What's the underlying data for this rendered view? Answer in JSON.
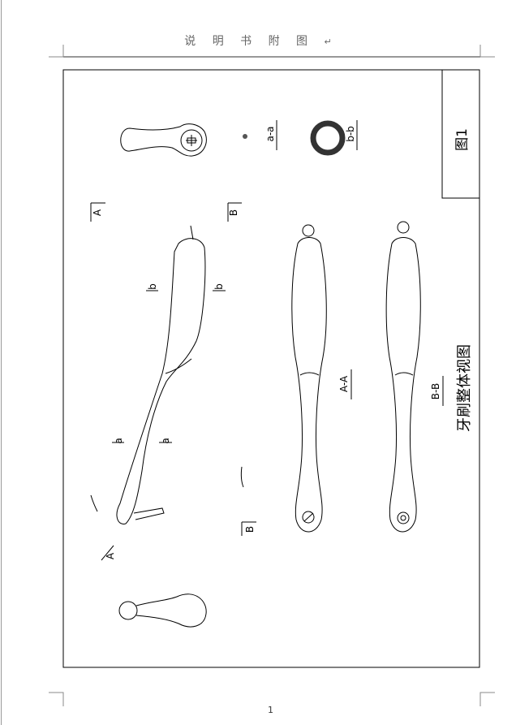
{
  "header": {
    "title": "说 明 书 附 图",
    "return_mark": "↵"
  },
  "figure": {
    "number_label": "图1",
    "caption": "牙刷整体视图",
    "section_labels": {
      "aa": "a-a",
      "bb": "b-b",
      "AA": "A-A",
      "BB": "B-B"
    },
    "markers": {
      "A_top": "A",
      "B_top": "B",
      "A_bottom": "A",
      "B_bottom": "B",
      "b_left": "b",
      "b_right": "b",
      "a_left": "a",
      "a_right": "a"
    }
  },
  "footer": {
    "page_number": "1"
  }
}
